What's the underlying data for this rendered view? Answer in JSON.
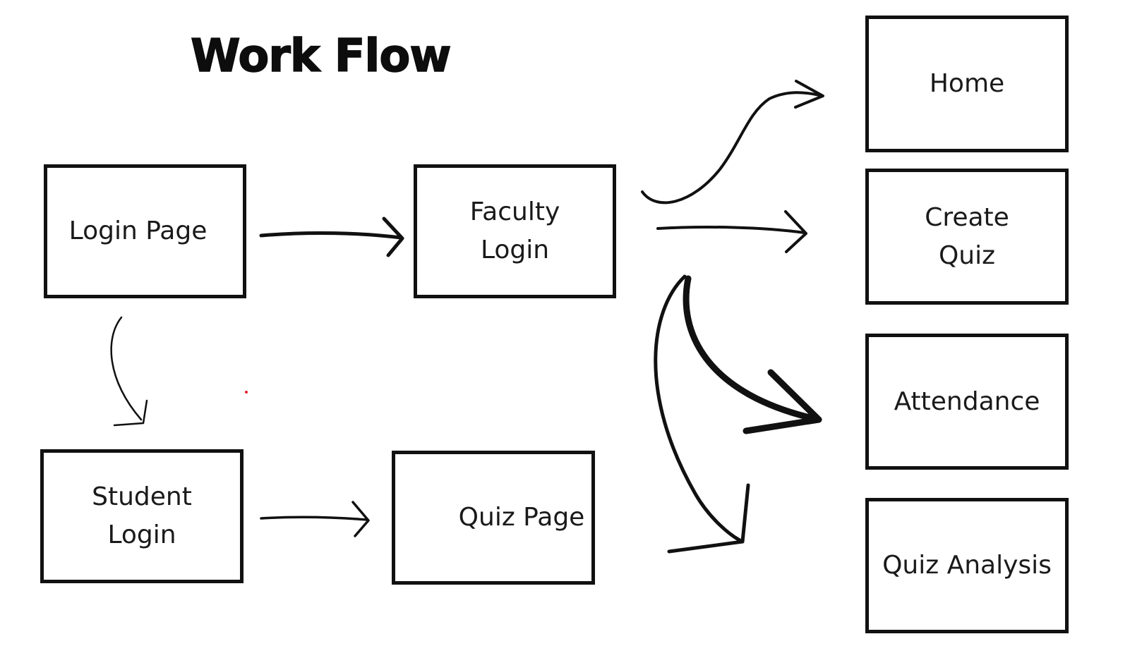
{
  "diagram": {
    "title": "Work Flow",
    "nodes": {
      "login_page": "Login Page",
      "faculty_login": "Faculty\nLogin",
      "student_login": "Student\nLogin",
      "quiz_page": "Quiz Page",
      "home": "Home",
      "create_quiz": "Create\nQuiz",
      "attendance": "Attendance",
      "quiz_analysis": "Quiz Analysis"
    },
    "edges": [
      {
        "from": "login_page",
        "to": "faculty_login"
      },
      {
        "from": "login_page",
        "to": "student_login"
      },
      {
        "from": "student_login",
        "to": "quiz_page"
      },
      {
        "from": "faculty_login",
        "to": "home"
      },
      {
        "from": "faculty_login",
        "to": "create_quiz"
      },
      {
        "from": "faculty_login",
        "to": "attendance"
      },
      {
        "from": "faculty_login",
        "to": "quiz_analysis"
      }
    ],
    "colors": {
      "stroke": "#111111",
      "background": "#ffffff",
      "dot": "#e0202b"
    }
  }
}
